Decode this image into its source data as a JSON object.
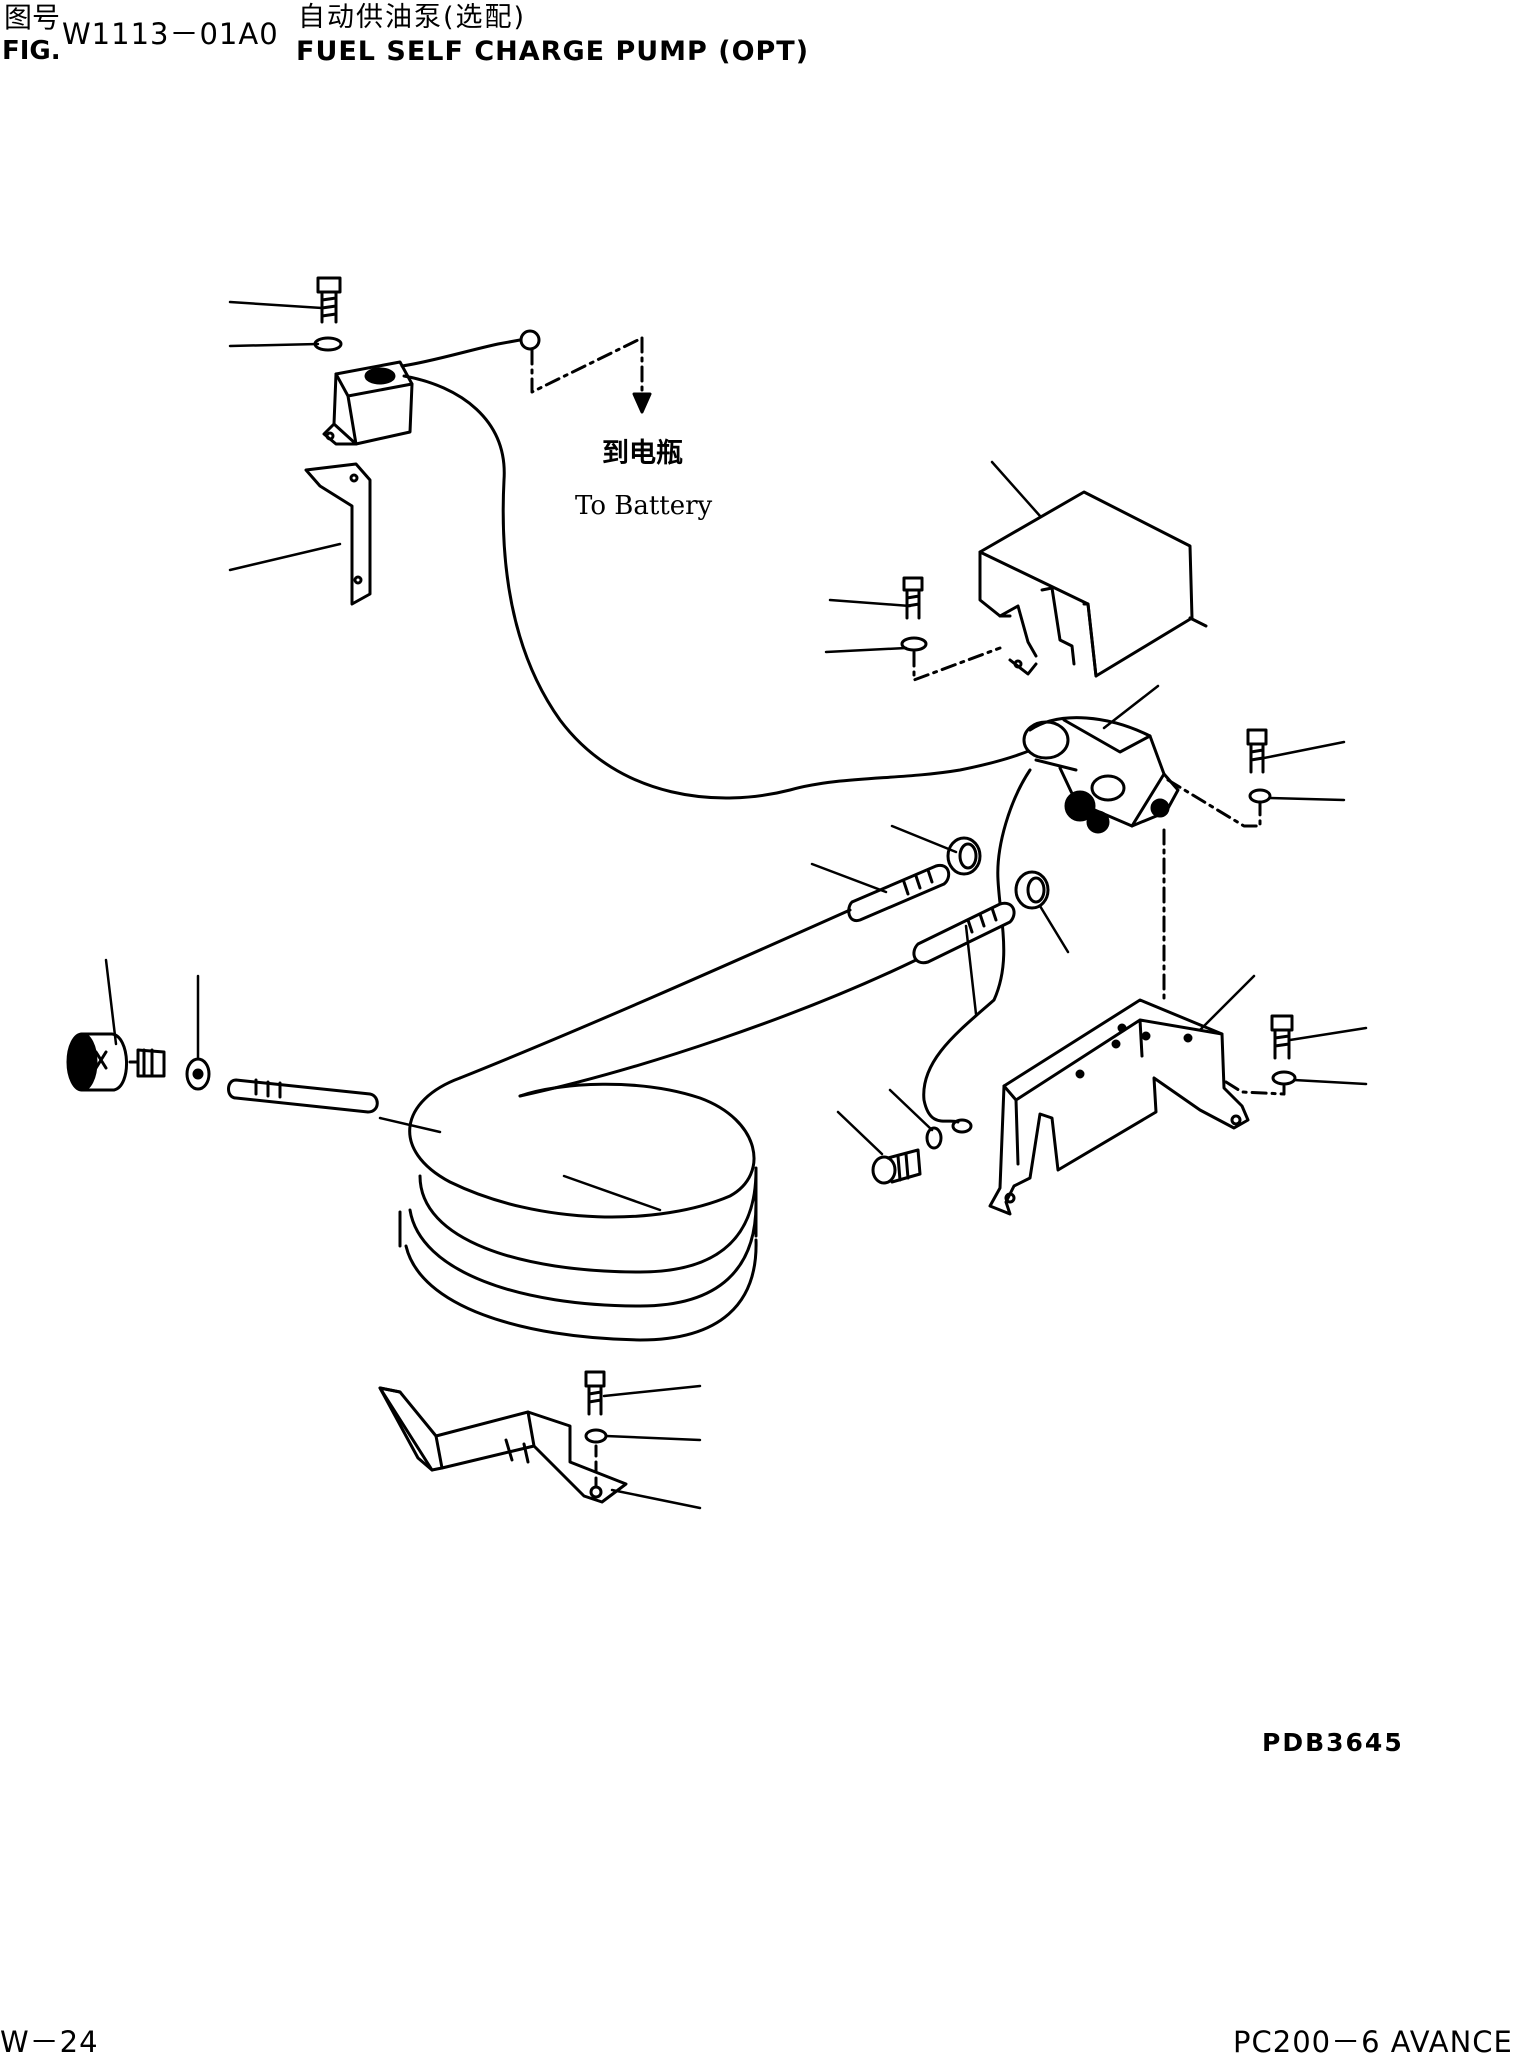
{
  "header": {
    "fig_label_cn": "图号",
    "fig_label_en": "FIG.",
    "fig_number": "W1113－01A0",
    "title_cn": "自动供油泵(选配)",
    "title_en": "FUEL SELF CHARGE PUMP (OPT)"
  },
  "diagram": {
    "battery_label_cn": "到电瓶",
    "battery_label_en": "To Battery",
    "drawing_number": "PDB3645"
  },
  "footer": {
    "page_id": "W－24",
    "model": "PC200－6 AVANCE"
  }
}
